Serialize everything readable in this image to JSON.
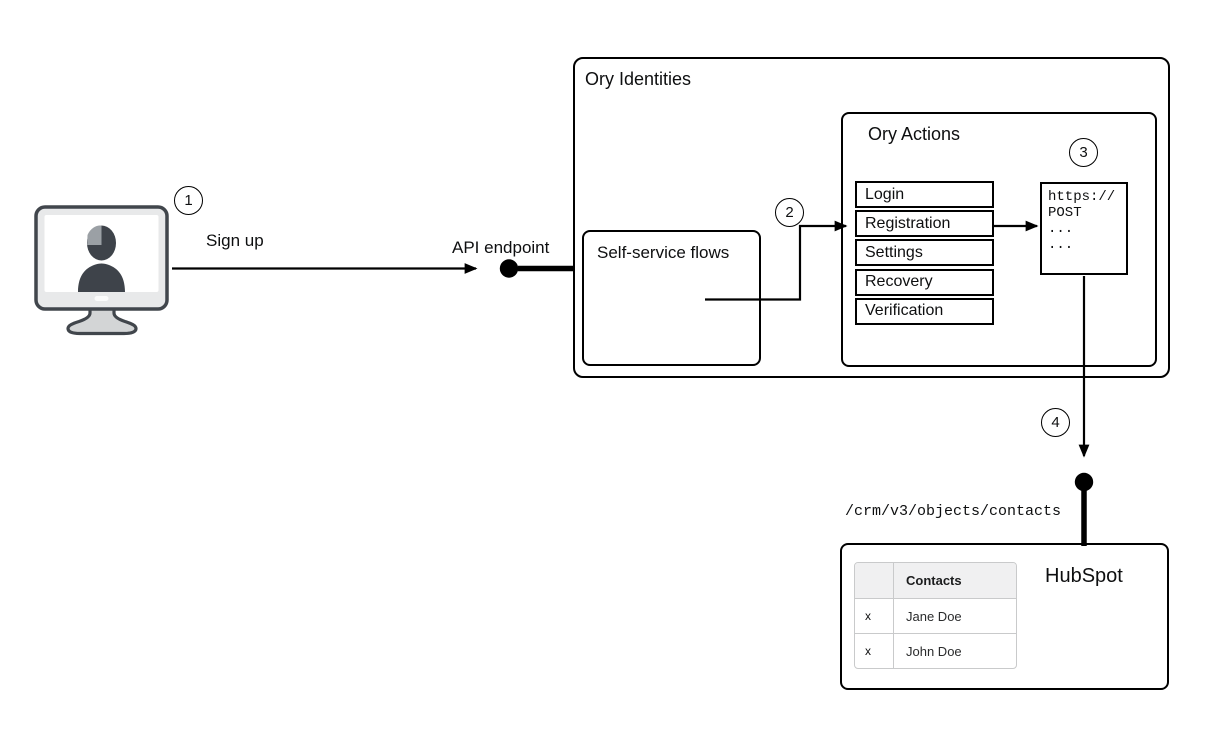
{
  "steps": [
    {
      "n": "1",
      "label": "Sign up"
    },
    {
      "n": "2"
    },
    {
      "n": "3"
    },
    {
      "n": "4"
    }
  ],
  "labels": {
    "api_endpoint": "API endpoint",
    "hubspot_endpoint": "/crm/v3/objects/contacts"
  },
  "ory_identities": {
    "title": "Ory Identities"
  },
  "self_service": {
    "title": "Self-service flows"
  },
  "ory_actions": {
    "title": "Ory Actions",
    "flows": [
      "Login",
      "Registration",
      "Settings",
      "Recovery",
      "Verification"
    ],
    "webhook_code": [
      "https://",
      "POST",
      "...",
      "..."
    ]
  },
  "hubspot": {
    "title": "HubSpot",
    "table": {
      "col_header": "Contacts",
      "rows": [
        {
          "check": "x",
          "name": "Jane Doe"
        },
        {
          "check": "x",
          "name": "John Doe"
        }
      ]
    }
  },
  "colors": {
    "line": "#000000",
    "box_border": "#000000",
    "box_bg": "#ffffff",
    "table_border": "#c9cacb",
    "table_header_bg": "#f0f0f1",
    "icon_outline": "#41464c",
    "icon_bezel": "#e8e9ea",
    "icon_stand": "#d3d5d6",
    "icon_silhouette": "#3e434a",
    "icon_highlight": "#9ba0a5"
  }
}
